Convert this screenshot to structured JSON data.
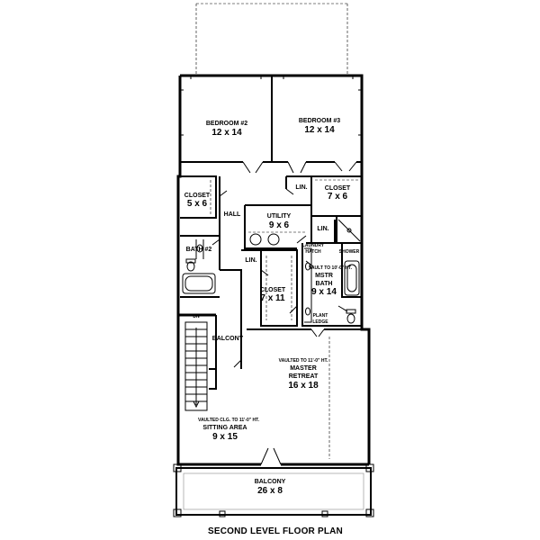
{
  "rooms": {
    "bedroom2": {
      "name": "BEDROOM #2",
      "size": "12 x 14"
    },
    "bedroom3": {
      "name": "BEDROOM #3",
      "size": "12 x 14"
    },
    "closet_left": {
      "name": "CLOSET",
      "size": "5 x 6"
    },
    "closet_right": {
      "name": "CLOSET",
      "size": "7 x 6"
    },
    "lin_top": "LIN.",
    "lin_right": "LIN.",
    "lin_mid": "LIN.",
    "hall": "HALL",
    "utility": {
      "name": "UTILITY",
      "size": "9 x 6"
    },
    "bath2": "BATH #2",
    "laundry": {
      "line1": "LAUNDRY",
      "line2": "HATCH"
    },
    "shower": "SHOWER",
    "mstr_bath": {
      "vault": "VAULT TO 10'-0\" HT.",
      "line1": "MSTR",
      "line2": "BATH",
      "size": "9 x 14"
    },
    "closet_center": {
      "name": "CLOSET",
      "size": "7 x 11"
    },
    "plant_ledge": {
      "line1": "PLANT",
      "line2": "LEDGE"
    },
    "balcony_inner": "BALCONY",
    "stair_dn": "DN",
    "master_retreat": {
      "vault": "VAULTED TO 11'-0\" HT.",
      "line1": "MASTER",
      "line2": "RETREAT",
      "size": "16 x 18"
    },
    "sitting_area": {
      "vault": "VAULTED CLG. TO 11'-0\" HT.",
      "name": "SITTING AREA",
      "size": "9 x 15"
    },
    "balcony_bottom": {
      "name": "BALCONY",
      "size": "26 x 8"
    }
  },
  "title": "SECOND LEVEL FLOOR PLAN"
}
